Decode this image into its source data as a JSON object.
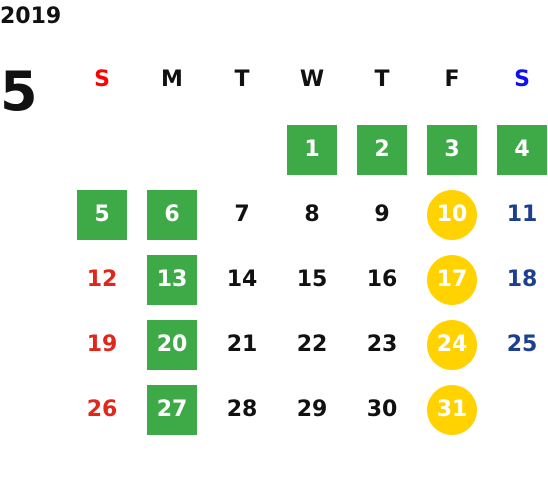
{
  "year": "2019",
  "month": "5",
  "weekdays": [
    "S",
    "M",
    "T",
    "W",
    "T",
    "F",
    "S"
  ],
  "colors": {
    "holiday_green": "#3eaa47",
    "event_gold": "#ffd200",
    "sunday_red": "#e1261c",
    "saturday_blue": "#1d3f8f",
    "header_sunday_red": "#ff0000",
    "header_saturday_blue": "#1010ee"
  },
  "weeks": [
    [
      null,
      null,
      null,
      {
        "d": "1",
        "mark": "green"
      },
      {
        "d": "2",
        "mark": "green"
      },
      {
        "d": "3",
        "mark": "green"
      },
      {
        "d": "4",
        "mark": "green"
      }
    ],
    [
      {
        "d": "5",
        "mark": "green"
      },
      {
        "d": "6",
        "mark": "green"
      },
      {
        "d": "7"
      },
      {
        "d": "8"
      },
      {
        "d": "9"
      },
      {
        "d": "10",
        "mark": "gold"
      },
      {
        "d": "11"
      }
    ],
    [
      {
        "d": "12"
      },
      {
        "d": "13",
        "mark": "green"
      },
      {
        "d": "14"
      },
      {
        "d": "15"
      },
      {
        "d": "16"
      },
      {
        "d": "17",
        "mark": "gold"
      },
      {
        "d": "18"
      }
    ],
    [
      {
        "d": "19"
      },
      {
        "d": "20",
        "mark": "green"
      },
      {
        "d": "21"
      },
      {
        "d": "22"
      },
      {
        "d": "23"
      },
      {
        "d": "24",
        "mark": "gold"
      },
      {
        "d": "25"
      }
    ],
    [
      {
        "d": "26"
      },
      {
        "d": "27",
        "mark": "green"
      },
      {
        "d": "28"
      },
      {
        "d": "29"
      },
      {
        "d": "30"
      },
      {
        "d": "31",
        "mark": "gold"
      },
      null
    ]
  ]
}
